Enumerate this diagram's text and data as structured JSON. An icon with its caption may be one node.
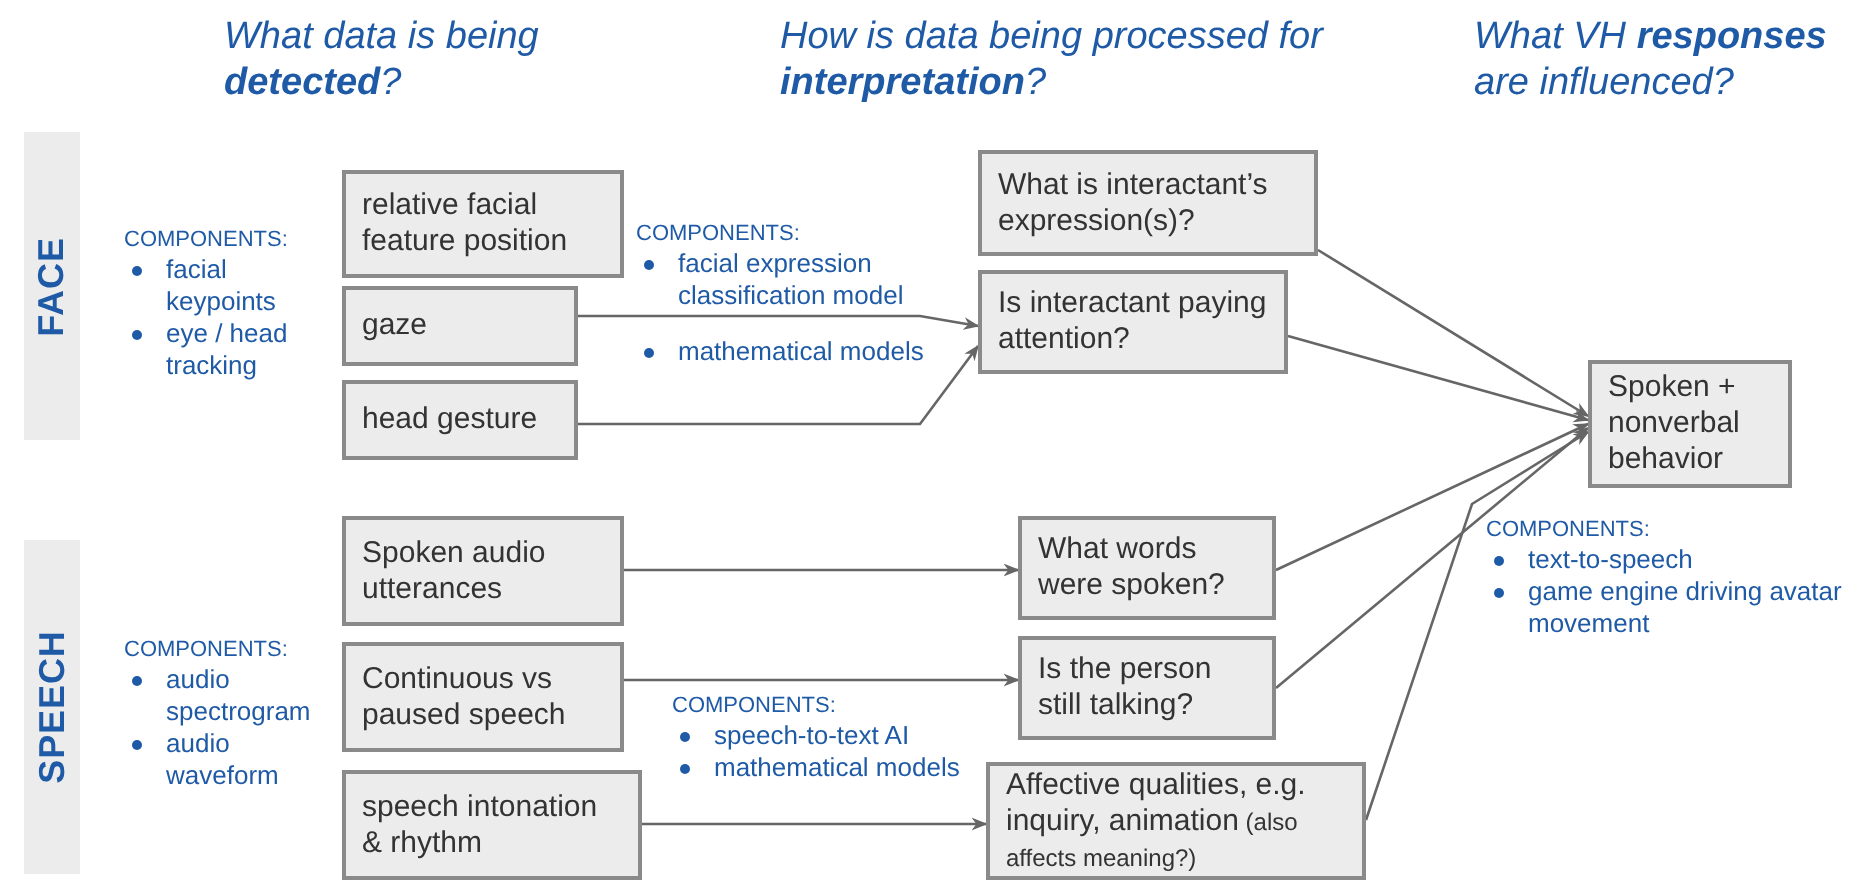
{
  "diagram": {
    "nodes": [
      {
        "text": [
          "FACE"
        ]
      },
      {
        "text": [
          "relative facial feature position"
        ]
      },
      {
        "text": [
          "gaze"
        ]
      },
      {
        "text": [
          "head gesture"
        ]
      },
      {
        "text": [
          "What is interactant’s expression(s)?"
        ]
      },
      {
        "text": [
          "Is interactant paying attention?"
        ]
      },
      {
        "text": [
          "Spoken + nonverbal behavior"
        ]
      },
      {
        "text": [
          "SPEECH"
        ]
      },
      {
        "text": [
          "Spoken audio utterances"
        ]
      },
      {
        "text": [
          "Continuous vs paused speech"
        ]
      },
      {
        "text": [
          "speech intonation & rhythm"
        ]
      },
      {
        "text": [
          "What words were spoken?"
        ]
      },
      {
        "text": [
          "Is the person still talking?"
        ]
      },
      {
        "text": [
          "Affective qualities, e.g. inquiry, animation",
          "(also affects meaning?)"
        ]
      }
    ],
    "edges": [
      {
        "from": 2,
        "to": 5,
        "arrow": "to"
      },
      {
        "from": 3,
        "to": 5,
        "arrow": "to"
      },
      {
        "from": 4,
        "to": 6,
        "arrow": "to"
      },
      {
        "from": 5,
        "to": 6,
        "arrow": "to"
      },
      {
        "from": 8,
        "to": 11,
        "arrow": "to"
      },
      {
        "from": 9,
        "to": 12,
        "arrow": "to"
      },
      {
        "from": 10,
        "to": 13,
        "arrow": "to"
      },
      {
        "from": 11,
        "to": 6,
        "arrow": "to"
      },
      {
        "from": 12,
        "to": 6,
        "arrow": "to"
      },
      {
        "from": 13,
        "to": 6,
        "arrow": "to"
      }
    ],
    "labels": [
      "What data is being **detected**?",
      "How is data being processed for **interpretation**?",
      "What VH **responses** are influenced?",
      "COMPONENTS:",
      "facial keypoints",
      "eye / head tracking",
      "COMPONENTS:",
      "facial expression classification model",
      "mathematical models",
      "COMPONENTS:",
      "text-to-speech",
      "game engine driving avatar movement",
      "COMPONENTS:",
      "audio spectrogram",
      "audio waveform",
      "COMPONENTS:",
      "speech-to-text AI",
      "mathematical models"
    ]
  }
}
